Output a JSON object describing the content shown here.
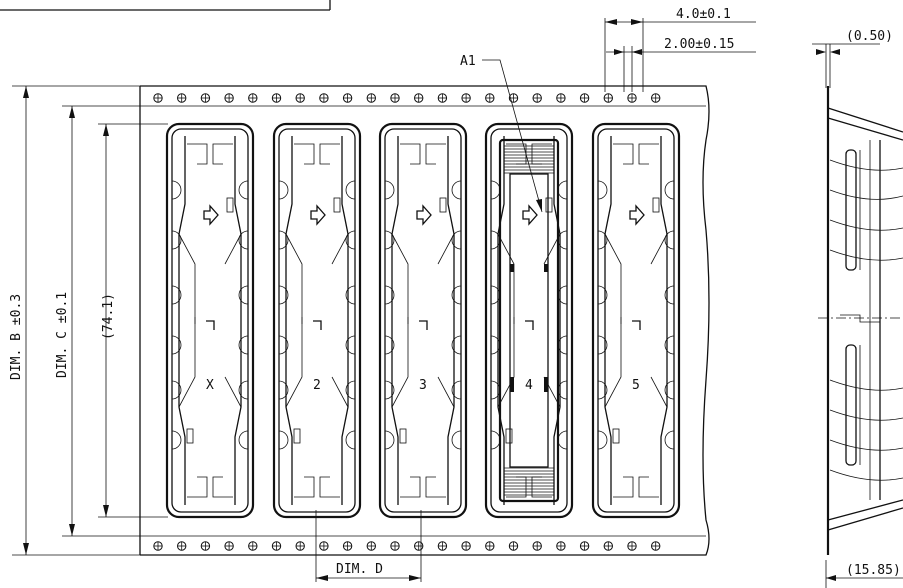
{
  "dimensions": {
    "pitch": "4.0±0.1",
    "hole_diameter": "2.00±0.15",
    "thickness": "(0.50)",
    "depth": "(15.85)",
    "dim_b": "DIM. B ±0.3",
    "dim_c": "DIM. C ±0.1",
    "pocket_length": "(74.1)",
    "dim_d": "DIM. D"
  },
  "callout": "A1",
  "pocket_labels": [
    "X",
    "2",
    "3",
    "4",
    "5"
  ],
  "pin_mark": "ㄱ",
  "sprocket_holes_per_row": 22
}
